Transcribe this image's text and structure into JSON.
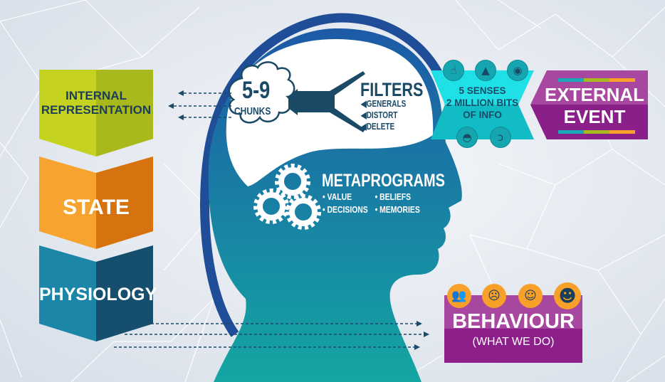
{
  "left_stack": {
    "internal_representation": "INTERNAL\nREPRESENTATION",
    "internal_line1": "INTERNAL",
    "internal_line2": "REPRESENTATION",
    "state": "STATE",
    "physiology": "PHYSIOLOGY"
  },
  "brain": {
    "chunks_number": "5-9",
    "chunks_label": "CHUNKS",
    "filters_title": "FILTERS",
    "filters": [
      "GENERALS",
      "DISTORT",
      "DELETE"
    ],
    "metaprograms_title": "METAPROGRAMS",
    "metaprograms": [
      "VALUE",
      "BELIEFS",
      "DECISIONS",
      "MEMORIES"
    ]
  },
  "senses": {
    "line1": "5 SENSES",
    "line2": "2 MILLION BITS",
    "line3": "OF INFO",
    "icons": [
      "touch-icon",
      "nose-icon",
      "eye-icon",
      "mouth-icon",
      "ear-icon"
    ]
  },
  "external_event": {
    "line1": "EXTERNAL",
    "line2": "EVENT"
  },
  "behaviour": {
    "title": "BEHAVIOUR",
    "subtitle": "(WHAT WE DO)",
    "icons": [
      "people-icon",
      "frustrated-icon",
      "jumping-icon",
      "smiley-icon"
    ]
  },
  "colors": {
    "head_top": "#1d5aa6",
    "head_bottom": "#14a6a2",
    "ring": "#1f4d98",
    "internal": "#c5d21f",
    "state": "#f5a12c",
    "physiology": "#1b7ea2",
    "senses": "#1fe0e6",
    "event": "#9b2f96",
    "behaviour_icon": "#f7a02a"
  }
}
